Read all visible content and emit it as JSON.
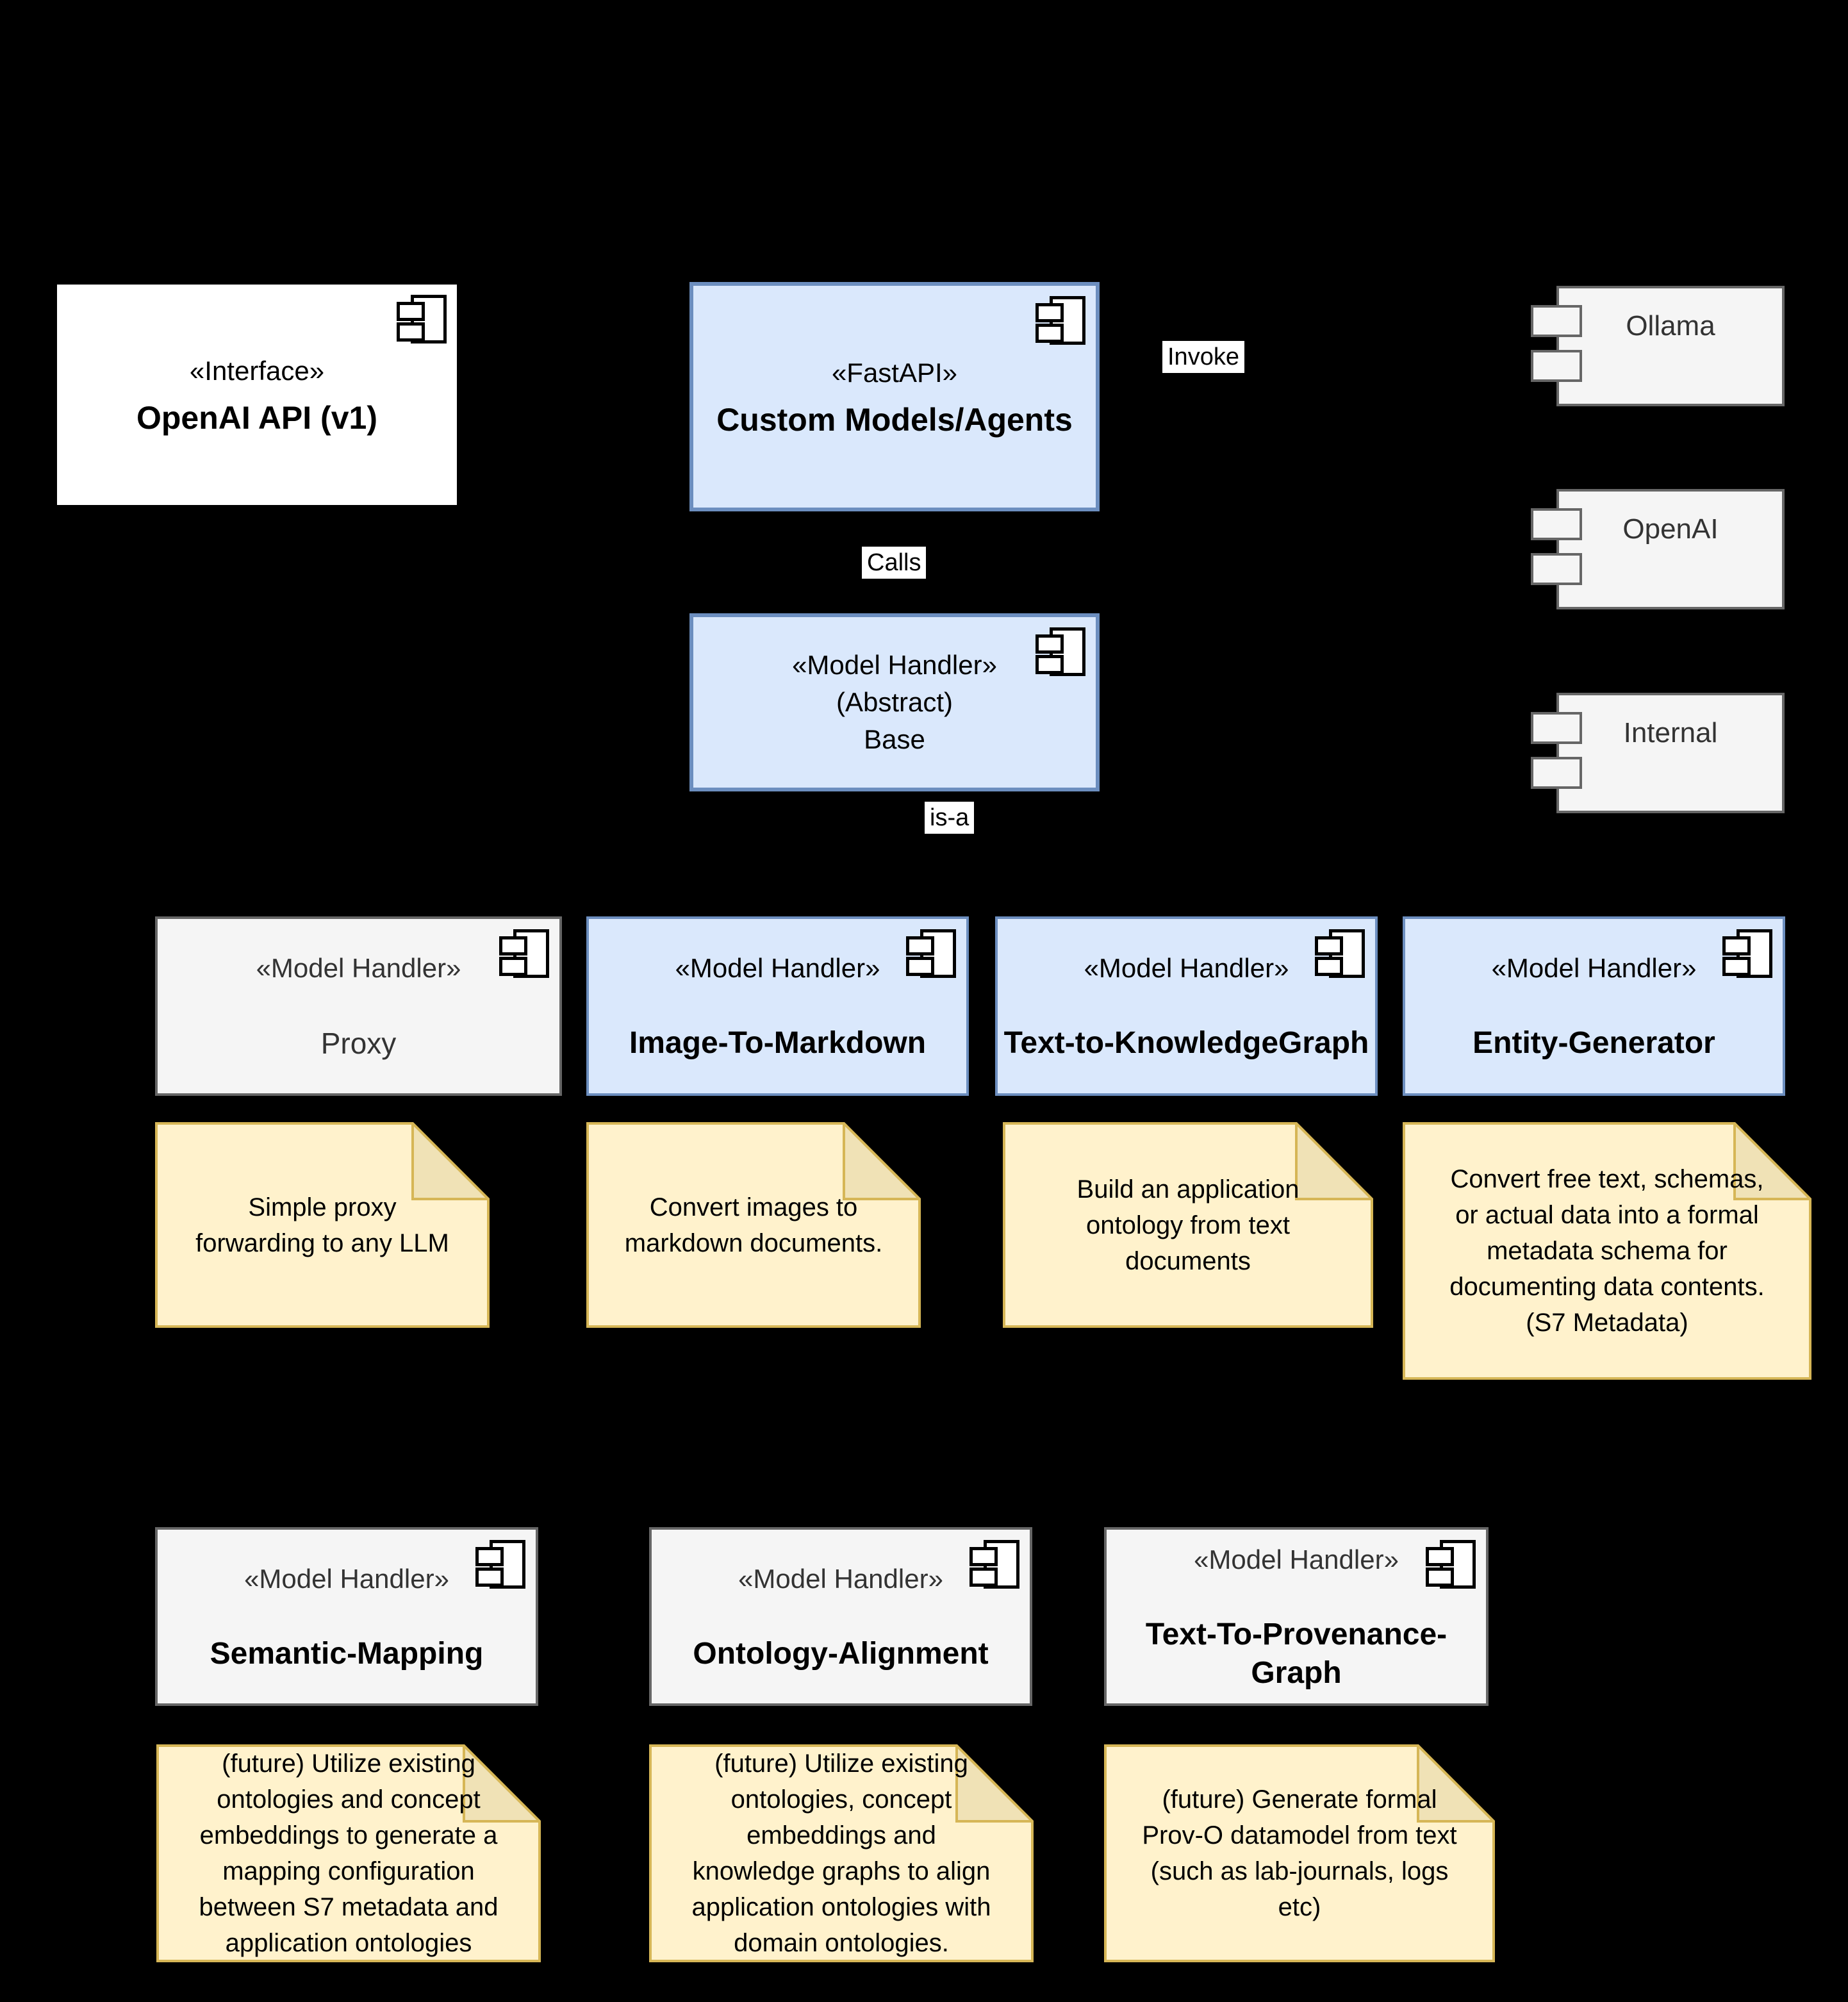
{
  "colors": {
    "background": "#000000",
    "white": "#ffffff",
    "black": "#000000",
    "blue_fill": "#dae8fc",
    "blue_stroke": "#6c8ebf",
    "gray_fill": "#f5f5f5",
    "gray_stroke": "#666666",
    "gray_text": "#333333",
    "note_fill": "#fff2cc",
    "note_stroke": "#d6b656",
    "note_fold_fill": "#f0e2b6",
    "label_bg": "#ffffff"
  },
  "edges": {
    "invoke": "Invoke",
    "calls": "Calls",
    "is_a": "is-a"
  },
  "components": {
    "interface_api": {
      "stereotype": "«Interface»",
      "name": "OpenAI API (v1)"
    },
    "fastapi": {
      "stereotype": "«FastAPI»",
      "name": "Custom Models/Agents"
    },
    "base_handler": {
      "text": "«Model Handler»\n(Abstract)\nBase"
    },
    "proxy": {
      "stereotype": "«Model Handler»",
      "name": "Proxy"
    },
    "image_to_markdown": {
      "stereotype": "«Model Handler»",
      "name": "Image-To-Markdown"
    },
    "text_to_knowledgegraph": {
      "stereotype": "«Model Handler»",
      "name": "Text-to-KnowledgeGraph"
    },
    "entity_generator": {
      "stereotype": "«Model Handler»",
      "name": "Entity-Generator"
    },
    "semantic_mapping": {
      "stereotype": "«Model Handler»",
      "name": "Semantic-Mapping"
    },
    "ontology_alignment": {
      "stereotype": "«Model Handler»",
      "name": "Ontology-Alignment"
    },
    "text_to_provenance_graph": {
      "stereotype": "«Model Handler»",
      "name": "Text-To-Provenance-Graph"
    }
  },
  "providers": [
    {
      "name": "Ollama"
    },
    {
      "name": "OpenAI"
    },
    {
      "name": "Internal"
    }
  ],
  "notes": {
    "proxy": "Simple proxy\nforwarding to any LLM",
    "image_to_markdown": "Convert images to\nmarkdown documents.",
    "text_to_knowledgegraph": "Build an application\nontology from text\ndocuments",
    "entity_generator": "Convert free text, schemas,\nor actual data into a formal\nmetadata schema for\ndocumenting data contents.\n(S7 Metadata)",
    "semantic_mapping": "(future) Utilize existing\nontologies and concept\nembeddings to generate a\nmapping configuration\nbetween S7 metadata and\napplication ontologies",
    "ontology_alignment": "(future) Utilize existing\nontologies, concept\nembeddings and\nknowledge graphs to align\napplication ontologies with\ndomain ontologies.",
    "text_to_provenance_graph": "(future) Generate formal\nProv-O datamodel from text\n(such as lab-journals, logs\netc)"
  }
}
